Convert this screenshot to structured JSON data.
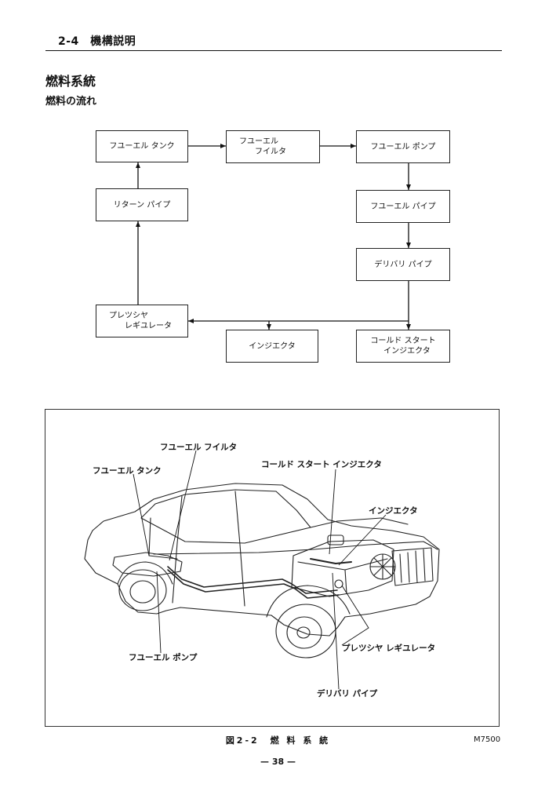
{
  "header": {
    "title": "2-4　機構説明"
  },
  "section": {
    "title": "燃料系統",
    "subtitle": "燃料の流れ"
  },
  "flow": {
    "fuel_tank": "フユーエル タンク",
    "fuel_filter": "フユーエル\n　　フイルタ",
    "fuel_pump": "フユーエル ポンプ",
    "fuel_pipe": "フユーエル パイプ",
    "delivery_pipe": "デリバリ パイプ",
    "return_pipe": "リターン パイプ",
    "pressure_regulator": "プレツシヤ\n　　レギユレータ",
    "injector": "インジエクタ",
    "cold_start_injector": "コールド スタート\n　インジエクタ"
  },
  "figure": {
    "callouts": {
      "fuel_filter": "フユーエル フイルタ",
      "fuel_tank": "フユーエル タンク",
      "cold_start_injector": "コールド スタート インジエクタ",
      "injector": "インジエクタ",
      "pressure_regulator": "プレツシヤ レギユレータ",
      "fuel_pump": "フユーエル ポンプ",
      "delivery_pipe": "デリバリ パイプ"
    },
    "caption": "図2-2　燃 料 系 統",
    "code": "M7500"
  },
  "page": {
    "number": "— 38 —"
  }
}
